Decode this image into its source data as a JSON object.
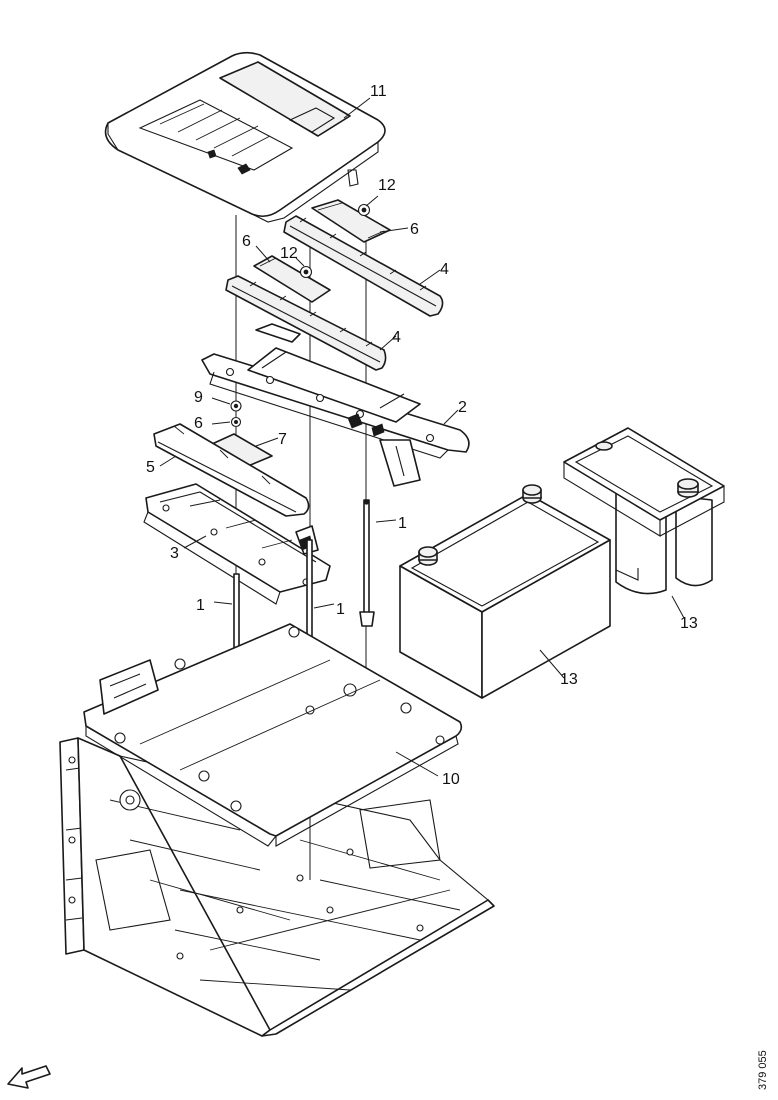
{
  "callouts": {
    "c1a": "1",
    "c1b": "1",
    "c1c": "1",
    "c2": "2",
    "c3": "3",
    "c4a": "4",
    "c4b": "4",
    "c5": "5",
    "c6a": "6",
    "c6b": "6",
    "c6c": "6",
    "c7": "7",
    "c9": "9",
    "c10": "10",
    "c11": "11",
    "c12a": "12",
    "c12b": "12",
    "c13a": "13",
    "c13b": "13"
  },
  "reference_code": "379 055",
  "icons": {
    "direction": "arrow-down-left-icon"
  }
}
